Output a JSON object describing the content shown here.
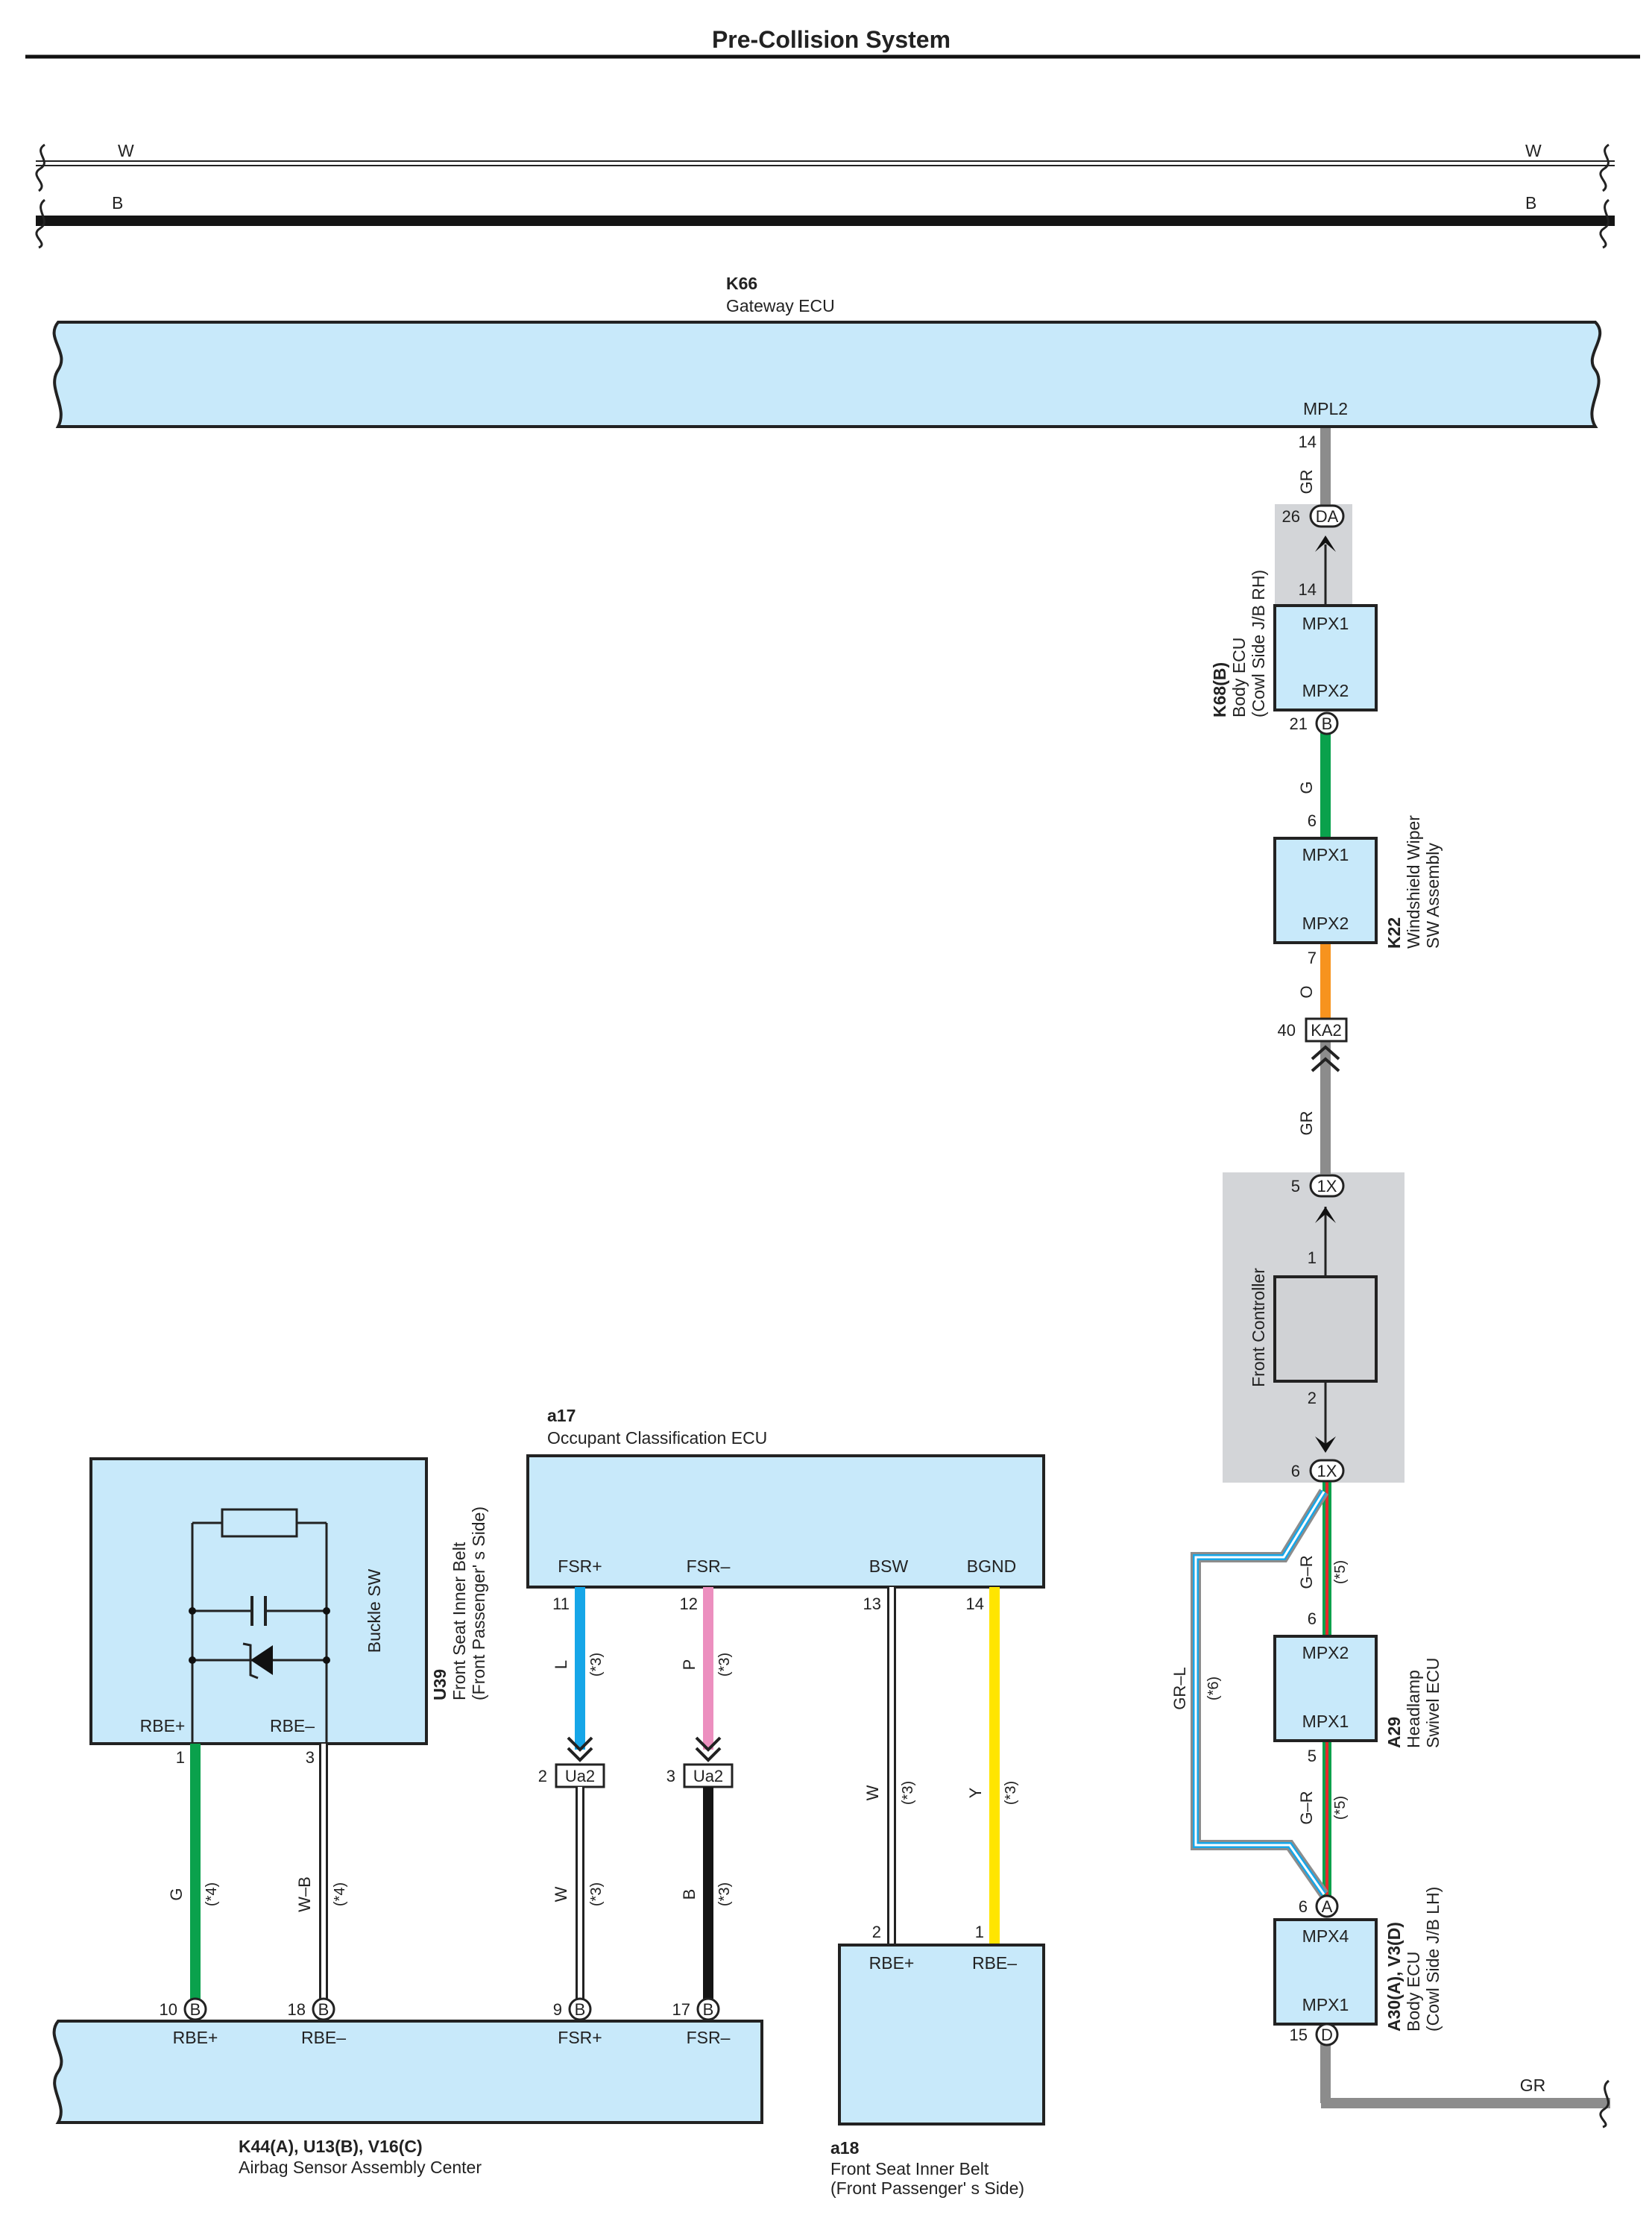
{
  "title": "Pre-Collision System",
  "bus": {
    "w_label": "W",
    "b_label": "B"
  },
  "colors": {
    "ecu_fill": "#c8e9fa",
    "gray_fill": "#d0d2d5",
    "green": "#0aa14c",
    "orange": "#f7931e",
    "cyan": "#16a6e8",
    "pink": "#ec8fbf",
    "yellow": "#ffe500",
    "gray_wire": "#8c8c8c",
    "black": "#141414",
    "white_wire": "#ffffff"
  },
  "k66": {
    "code": "K66",
    "name": "Gateway ECU",
    "terminal": "MPL2",
    "pin": "14",
    "wire": "GR"
  },
  "da": {
    "pin": "26",
    "connector": "DA"
  },
  "k68": {
    "code": "K68(B)",
    "name1": "Body ECU",
    "name2": "(Cowl Side J/B RH)",
    "top_pin": "14",
    "t1": "MPX1",
    "t2": "MPX2",
    "bot_pin": "21",
    "bot_conn": "B",
    "wire": "G"
  },
  "k22": {
    "code": "K22",
    "name1": "Windshield Wiper",
    "name2": "SW Assembly",
    "top_pin": "6",
    "t1": "MPX1",
    "t2": "MPX2",
    "bot_pin": "7",
    "wire": "O"
  },
  "ka2": {
    "pin": "40",
    "connector": "KA2",
    "wire": "GR"
  },
  "front_controller": {
    "name": "Front Controller",
    "top_pin": "5",
    "top_conn": "1X",
    "pin1": "1",
    "pin2": "2",
    "bot_pin": "6",
    "bot_conn": "1X"
  },
  "a29": {
    "code": "A29",
    "name1": "Headlamp",
    "name2": "Swivel ECU",
    "top_pin": "6",
    "t1": "MPX2",
    "t2": "MPX1",
    "bot_pin": "5",
    "wire_top": "G–R",
    "note_top": "(*5)",
    "wire_bot": "G–R",
    "note_bot": "(*5)",
    "bypass_wire": "GR–L",
    "bypass_note": "(*6)"
  },
  "a30": {
    "code": "A30(A), V3(D)",
    "name1": "Body ECU",
    "name2": "(Cowl Side J/B LH)",
    "top_pin": "6",
    "top_conn": "A",
    "t1": "MPX4",
    "t2": "MPX1",
    "bot_pin": "15",
    "bot_conn": "D",
    "out_wire": "GR"
  },
  "u39": {
    "code": "U39",
    "name1": "Front Seat Inner Belt",
    "name2": "(Front Passenger' s Side)",
    "switch_label": "Buckle SW",
    "t1": "RBE+",
    "t2": "RBE–",
    "pin1": "1",
    "pin3": "3"
  },
  "a17": {
    "code": "a17",
    "name": "Occupant Classification ECU",
    "t1": "FSR+",
    "t2": "FSR–",
    "t3": "BSW",
    "t4": "BGND",
    "p1": "11",
    "p2": "12",
    "p3": "13",
    "p4": "14"
  },
  "ua2": {
    "pin_a": "2",
    "pin_b": "3",
    "connector": "Ua2"
  },
  "a18": {
    "code": "a18",
    "name1": "Front Seat Inner Belt",
    "name2": "(Front Passenger' s Side)",
    "t1": "RBE+",
    "t2": "RBE–",
    "p1": "2",
    "p2": "1"
  },
  "k44": {
    "code": "K44(A), U13(B), V16(C)",
    "name": "Airbag Sensor Assembly Center",
    "t1": "RBE+",
    "t2": "RBE–",
    "t3": "FSR+",
    "t4": "FSR–",
    "p1": "10",
    "p2": "18",
    "p3": "9",
    "p4": "17",
    "conn": "B"
  },
  "wires": {
    "g_u39": "G",
    "g_u39_note": "(*4)",
    "wb_u39": "W–B",
    "wb_u39_note": "(*4)",
    "l": "L",
    "l_note": "(*3)",
    "p": "P",
    "p_note": "(*3)",
    "w_k44": "W",
    "w_k44_note": "(*3)",
    "b_k44": "B",
    "b_k44_note": "(*3)",
    "w_a18": "W",
    "w_a18_note": "(*3)",
    "y_a18": "Y",
    "y_a18_note": "(*3)"
  }
}
